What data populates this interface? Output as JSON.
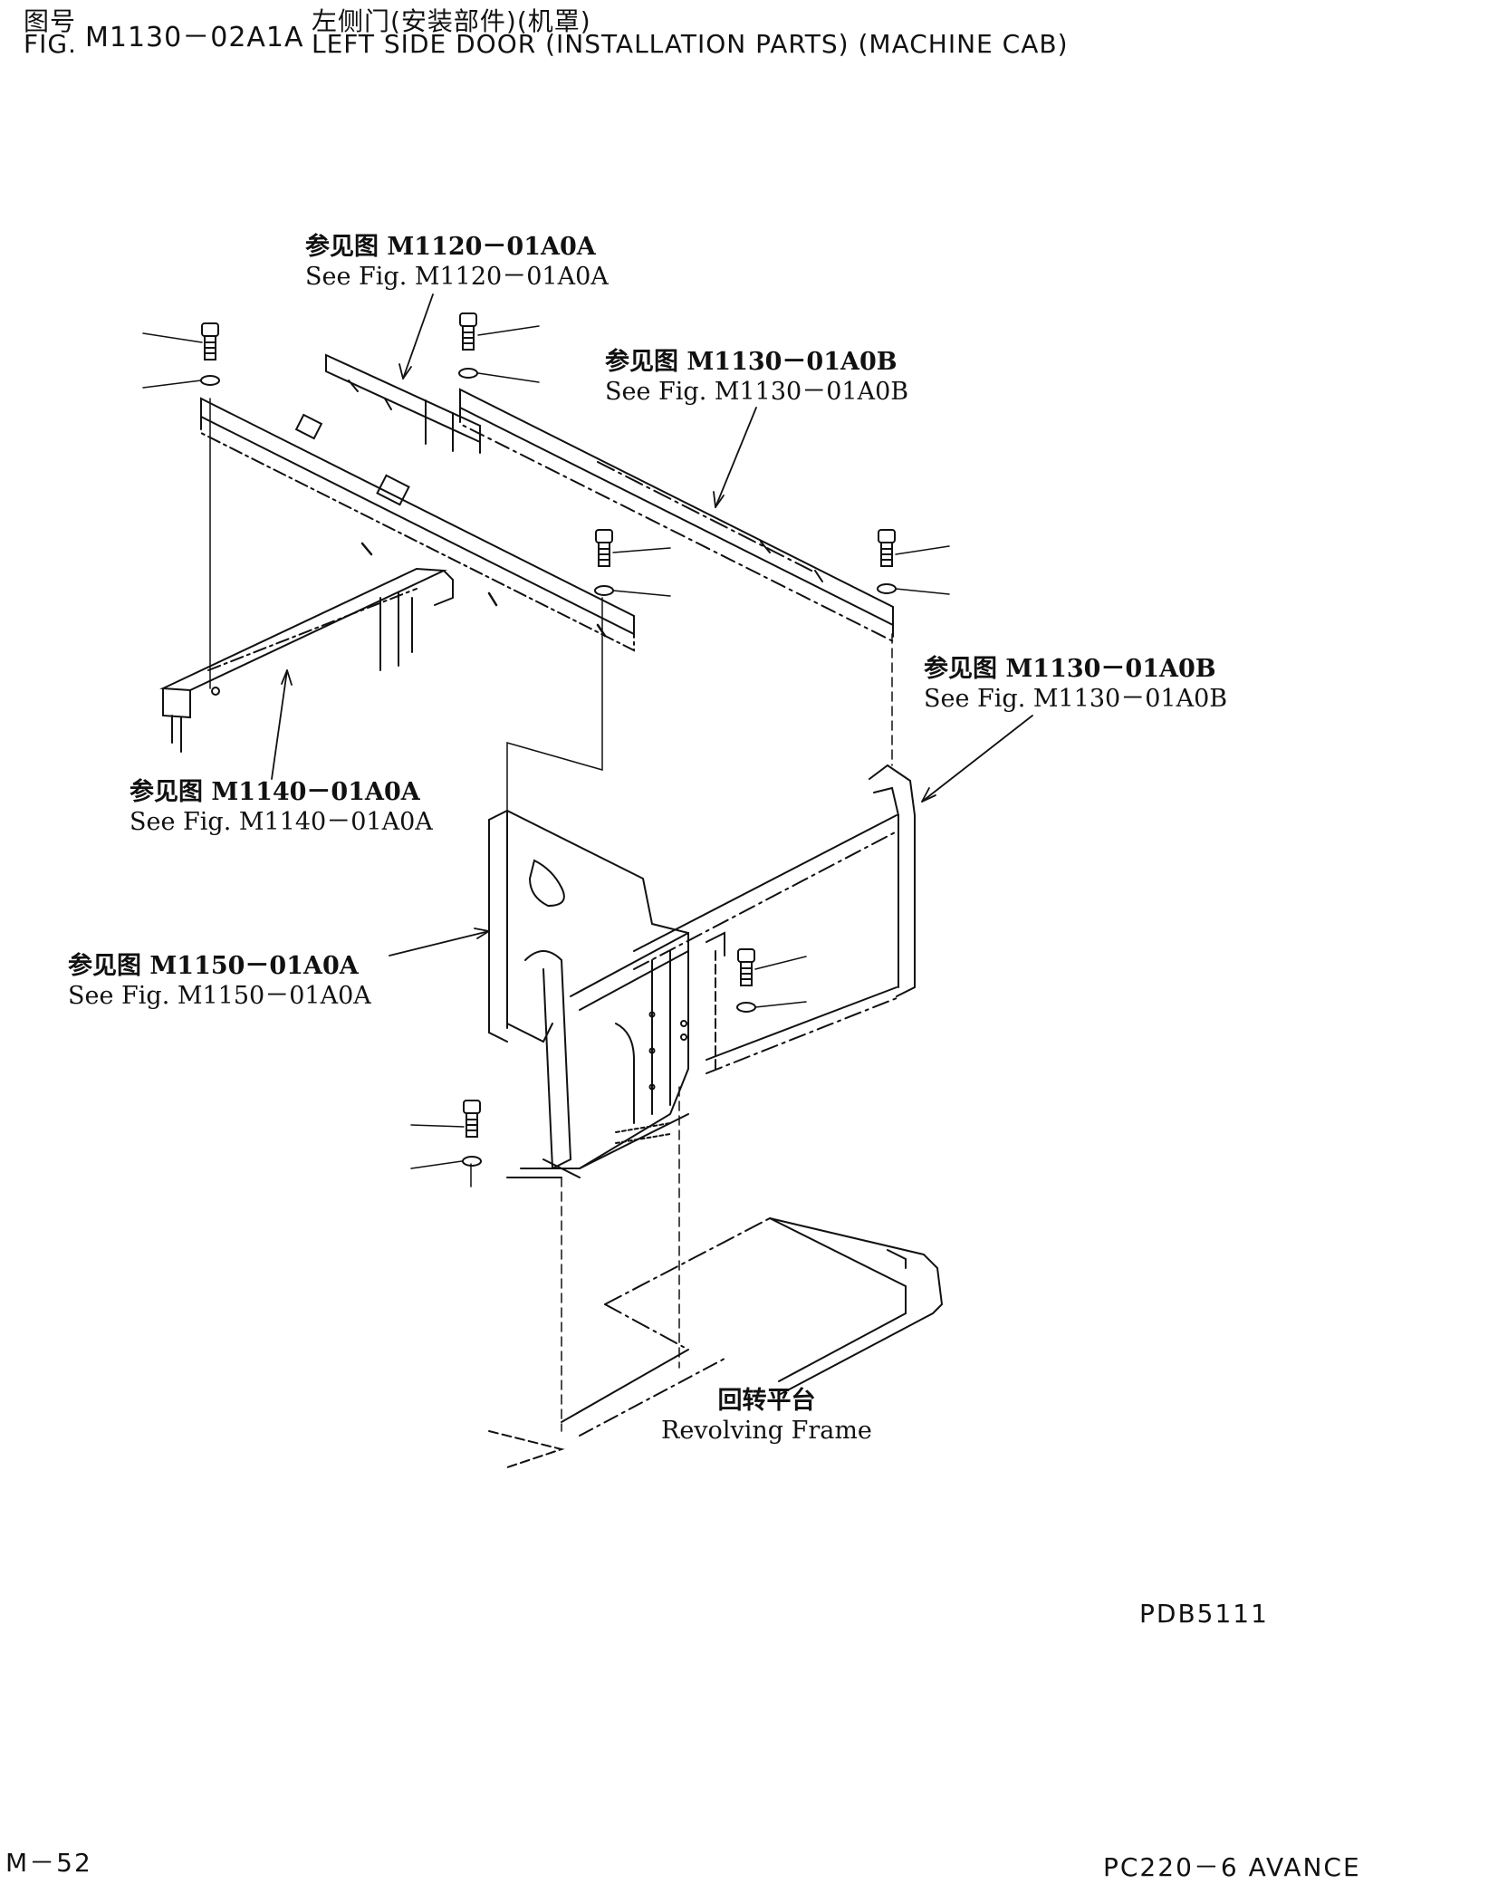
{
  "header": {
    "fig_label_cn": "图号",
    "fig_label_en": "FIG.",
    "fig_number": "M1130－02A1A",
    "title_cn": "左侧门(安装部件)(机罩)",
    "title_en": "LEFT SIDE DOOR (INSTALLATION PARTS) (MACHINE CAB)"
  },
  "callouts": {
    "ref_m1120": {
      "cn": "参见图 M1120－01A0A",
      "en": "See Fig. M1120－01A0A"
    },
    "ref_m1130_top": {
      "cn": "参见图 M1130－01A0B",
      "en": "See Fig. M1130－01A0B"
    },
    "ref_m1130_right": {
      "cn": "参见图 M1130－01A0B",
      "en": "See Fig. M1130－01A0B"
    },
    "ref_m1140": {
      "cn": "参见图 M1140－01A0A",
      "en": "See Fig. M1140－01A0A"
    },
    "ref_m1150": {
      "cn": "参见图 M1150－01A0A",
      "en": "See Fig. M1150－01A0A"
    },
    "revolving_frame": {
      "cn": "回转平台",
      "en": "Revolving Frame"
    }
  },
  "footer": {
    "drawing_code": "PDB5111",
    "page_number": "M－52",
    "model": "PC220－6 AVANCE"
  }
}
